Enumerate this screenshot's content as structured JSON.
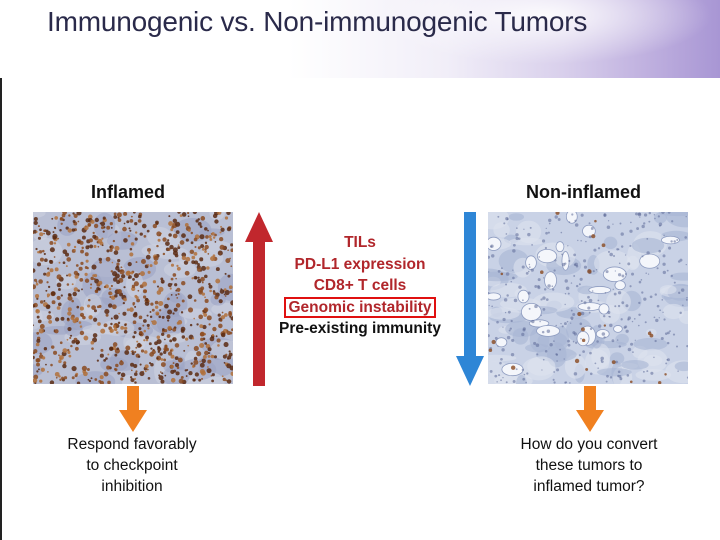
{
  "slide": {
    "title": "Immunogenic vs. Non-immunogenic Tumors"
  },
  "left_panel": {
    "label": "Inflamed",
    "caption_lines": [
      "Respond favorably",
      "to checkpoint",
      "inhibition"
    ]
  },
  "right_panel": {
    "label": "Non-inflamed",
    "caption_lines": [
      "How do you convert",
      "these tumors to",
      "inflamed tumor?"
    ]
  },
  "center": {
    "items": [
      {
        "text": "TILs"
      },
      {
        "text": "PD-L1 expression"
      },
      {
        "text": "CD8+ T cells"
      },
      {
        "text": "Genomic instability",
        "highlighted": true
      },
      {
        "text": "Pre-existing immunity"
      }
    ]
  },
  "colors": {
    "up_arrow": "#c1272d",
    "down_arrow": "#2e86d6",
    "callout_arrow": "#f08020",
    "center_text": "#b1262b",
    "highlight_box": "#e01010"
  },
  "icons": {
    "up_arrow": "arrow-up-icon",
    "down_arrow": "arrow-down-icon",
    "callout_arrow": "arrow-down-icon"
  }
}
